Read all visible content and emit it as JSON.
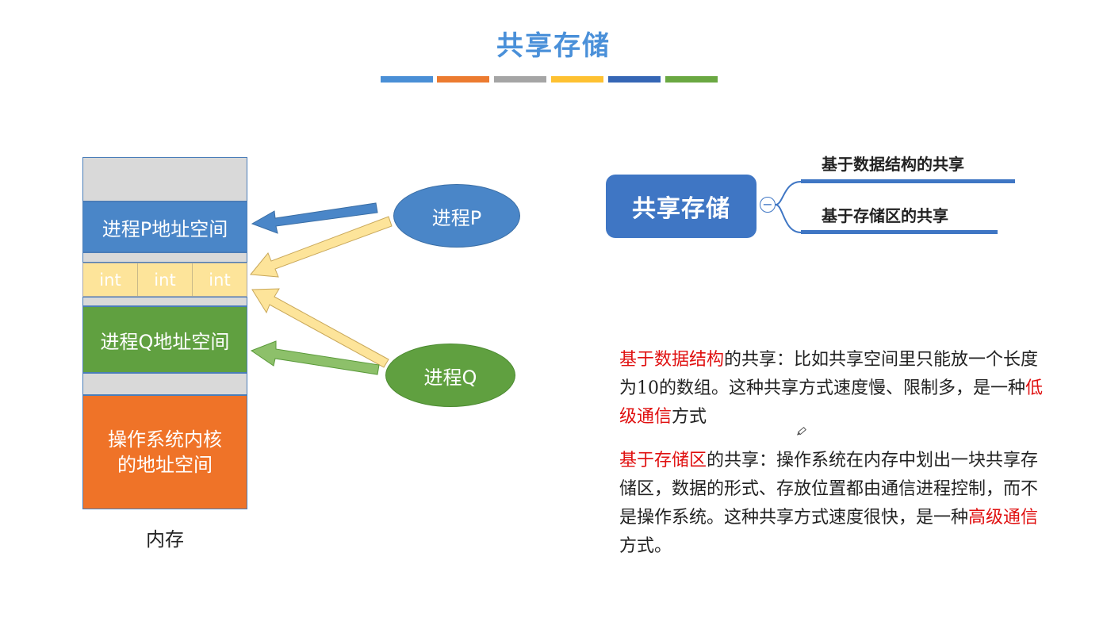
{
  "title": "共享存储",
  "title_bars": [
    "#4a8fd6",
    "#ec7b30",
    "#a5a5a5",
    "#fec131",
    "#3566b5",
    "#6aa842"
  ],
  "memory": {
    "p_space": "进程P地址空间",
    "int_cells": [
      "int",
      "int",
      "int"
    ],
    "q_space": "进程Q地址空间",
    "os_line1": "操作系统内核",
    "os_line2": "的地址空间",
    "caption": "内存"
  },
  "processes": {
    "p": "进程P",
    "q": "进程Q"
  },
  "mindmap": {
    "root": "共享存储",
    "collapse_symbol": "−",
    "branch1": "基于数据结构的共享",
    "branch2": "基于存储区的共享"
  },
  "desc1": {
    "hl1": "基于数据结构",
    "t1": "的共享：比如共享空间里只能放一个长度为10的数组。这种共享方式速度慢、限制多，是一种",
    "hl2": "低级通信",
    "t2": "方式"
  },
  "desc2": {
    "hl1": "基于存储区",
    "t1": "的共享：操作系统在内存中划出一块共享存储区，数据的形式、存放位置都由通信进程控制，而不是操作系统。这种共享方式速度很快，是一种",
    "hl2": "高级通信",
    "t2": "方式。"
  },
  "colors": {
    "accent_blue": "#4a86c8",
    "green": "#60a040",
    "orange": "#ef7328",
    "int_yellow": "#fde49a",
    "highlight_red": "#e01010"
  }
}
